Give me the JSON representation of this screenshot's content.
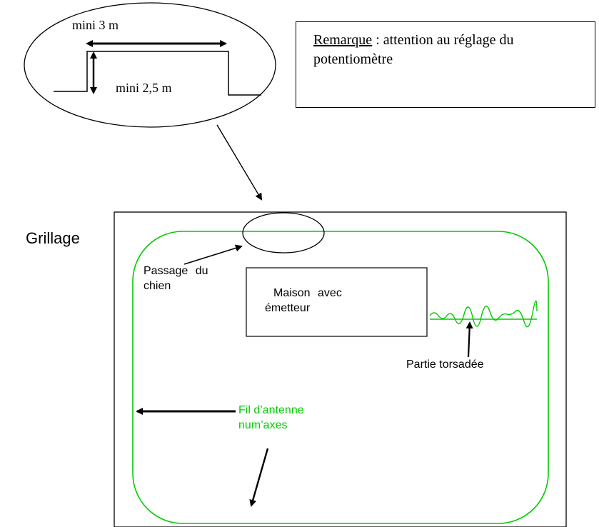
{
  "detail": {
    "width_label": "mini 3 m",
    "height_label": "mini 2,5 m"
  },
  "remark": {
    "title": "Remarque",
    "separator": " : ",
    "body": "attention au réglage du potentiomètre"
  },
  "plan": {
    "fence_label": "Grillage",
    "dog_passage_label_line1": "Passage du",
    "dog_passage_label_line2": "chien",
    "house_label_line1": "Maison avec",
    "house_label_line2": "émetteur",
    "twisted_part_label": "Partie torsadée",
    "antenna_label_line1": "Fil d’antenne",
    "antenna_label_line2": "num’axes"
  },
  "colors": {
    "antenna": "#00cc00",
    "ink": "#000000"
  }
}
